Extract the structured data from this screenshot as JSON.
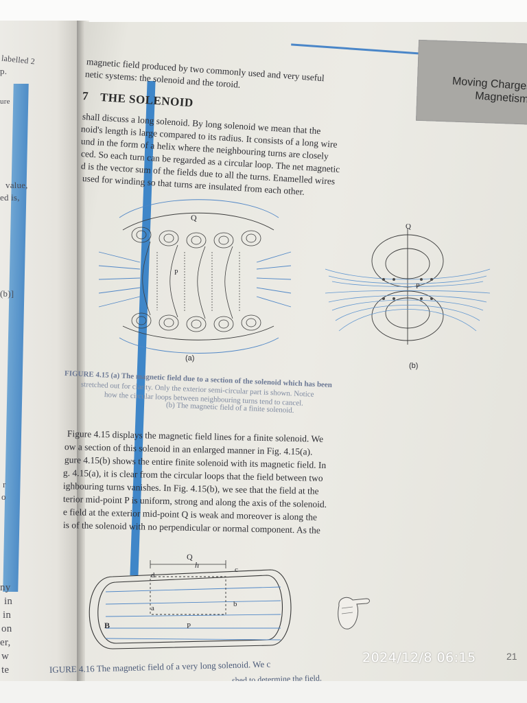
{
  "left_page": {
    "fragments": [
      "labelled 2",
      "p.",
      "ure",
      "value,",
      "ed is,",
      "(b)]",
      "r",
      "o",
      "ny",
      "in",
      "in",
      "on",
      "er,",
      "w",
      "te"
    ]
  },
  "header": {
    "chapter": "Moving Charges and Magnetism"
  },
  "intro_lines": [
    "magnetic field produced by two commonly used and very useful",
    "netic systems: the solenoid and the toroid."
  ],
  "section": {
    "number": "7",
    "title": "THE SOLENOID"
  },
  "para1": [
    "shall discuss a long solenoid. By long solenoid we mean that the",
    "noid's length is large compared to its radius. It consists of a long wire",
    "und in the form of a helix where the neighbouring turns are closely",
    "ced. So each turn can be regarded as a circular loop. The net magnetic",
    "d is the vector sum of the fields due to all the turns. Enamelled wires",
    "used for winding so that turns are insulated from each other."
  ],
  "figure415": {
    "label_a": "(a)",
    "label_b": "(b)",
    "point_Q": "Q",
    "point_P": "P",
    "caption": [
      "FIGURE 4.15 (a) The magnetic field due to a section of the solenoid which has been",
      "stretched out for clarity. Only the exterior semi-circular part is shown. Notice",
      "how the circular loops between neighbouring turns tend to cancel.",
      "(b) The magnetic field of a finite solenoid."
    ]
  },
  "para2": [
    "Figure 4.15 displays the magnetic field lines for a finite solenoid. We",
    "ow a section of this solenoid in an enlarged manner in Fig. 4.15(a).",
    "gure 4.15(b) shows the entire finite solenoid with its magnetic field. In",
    "g. 4.15(a), it is clear from the circular loops that the field between two",
    "ighbouring turns vanishes. In Fig. 4.15(b), we see that the field at the",
    "terior mid-point P is uniform, strong and along the axis of the solenoid.",
    "e field at the exterior mid-point Q is weak and moreover is along the",
    "is of the solenoid with no perpendicular or normal component. As the"
  ],
  "figure416": {
    "point_Q": "Q",
    "h_label": "h",
    "c": "c",
    "d": "d",
    "a": "a",
    "b": "b",
    "B": "B",
    "P": "P",
    "caption": [
      "IGURE 4.16 The magnetic field of a very long solenoid. We c",
      "shed to determine the field."
    ]
  },
  "page_number": "21",
  "timestamp": "2024/12/8 06:15",
  "colors": {
    "accent_blue": "#3f86c8",
    "field_line_blue": "#4f86c6",
    "caption_blue": "#7f8aa0"
  }
}
